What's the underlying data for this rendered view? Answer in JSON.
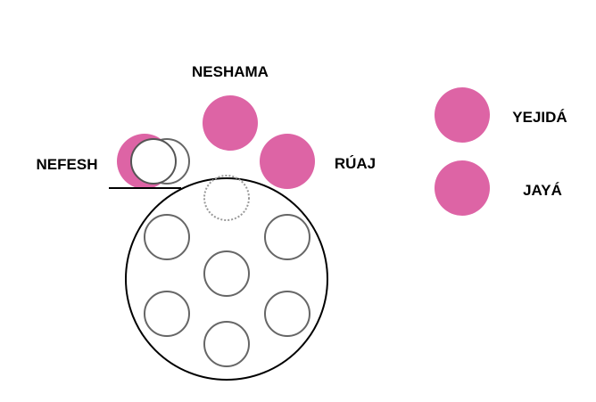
{
  "labels": {
    "neshama": "NESHAMA",
    "nefesh": "NEFESH",
    "ruaj": "RÚAJ",
    "yejida": "YEJIDÁ",
    "jaya": "JAYÁ"
  },
  "colors": {
    "soul_fill": "#dd64a5",
    "outline": "#666666",
    "container": "#000000"
  }
}
